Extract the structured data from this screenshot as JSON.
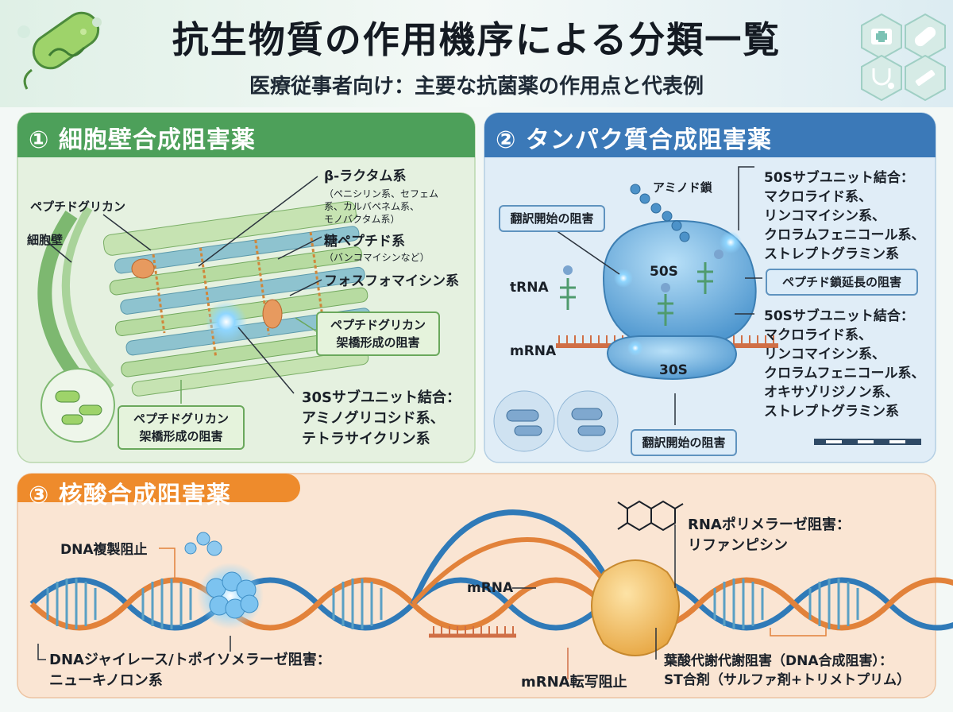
{
  "header": {
    "title": "抗生物質の作用機序による分類一覧",
    "subtitle": "医療従事者向け：主要な抗菌薬の作用点と代表例"
  },
  "icons": [
    "medical-kit-icon",
    "pill-icon",
    "stethoscope-icon",
    "syringe-icon",
    "bacterium-icon"
  ],
  "panel1": {
    "heading": "① 細胞壁合成阻害薬",
    "peptidoglycan_label": "ペプチドグリカン",
    "cell_wall_label": "細胞壁",
    "beta_lactam": "β-ラクタム系",
    "beta_lactam_detail": [
      "（ペニシリン系、セフェム",
      "系、カルバペネム系、",
      "モノバクタム系）"
    ],
    "glycopeptide": "糖ペプチド系",
    "glycopeptide_detail": "（バンコマイシンなど）",
    "fosfomycin": "フォスフォマイシン系",
    "crosslink_box_right": [
      "ペプチドグリカン",
      "架橋形成の阻害"
    ],
    "crosslink_box_bottom": [
      "ペプチドグリカン",
      "架橋形成の阻害"
    ],
    "s30_binding": [
      "30Sサブユニット結合：",
      "アミノグリコシド系、",
      "テトラサイクリン系"
    ]
  },
  "panel2": {
    "heading": "② タンパク質合成阻害薬",
    "amino_chain": "アミノド鎖",
    "translation_init_box": "翻訳開始の阻害",
    "translation_init_box_bottom": "翻訳開始の阻害",
    "trna": "tRNA",
    "mrna": "mRNA",
    "s50": "50S",
    "s30": "30S",
    "s50_binding_top": [
      "50Sサブユニット結合：",
      "マクロライド系、",
      "リンコマイシン系、",
      "クロラムフェニコール系、",
      "ストレプトグラミン系"
    ],
    "elongation_box": "ペプチド鎖延長の阻害",
    "s50_binding_bottom": [
      "50Sサブユニット結合：",
      "マクロライド系、",
      "リンコマイシン系、",
      "クロラムフェニコール系、",
      "オキサゾリジノン系、",
      "ストレプトグラミン系"
    ]
  },
  "panel3": {
    "heading": "③ 核酸合成阻害薬",
    "dna_replication": "DNA複製阻止",
    "mrna": "mRNA",
    "rna_polymerase": [
      "RNAポリメラーゼ阻害：",
      "リファンピシン"
    ],
    "gyrase": [
      "DNAジャイレース/トポイソメラーゼ阻害：",
      "ニューキノロン系"
    ],
    "transcription": "mRNA転写阻止",
    "folate": [
      "葉酸代謝代謝阻害（DNA合成阻害）：",
      "ST合剤（サルファ剤+トリメトプリム）"
    ]
  },
  "colors": {
    "panel1_head": "#4da05a",
    "panel2_head": "#3b79b8",
    "panel3_head": "#ee8b2c",
    "dna_blue": "#2f7ab8",
    "dna_orange": "#e2823a"
  }
}
